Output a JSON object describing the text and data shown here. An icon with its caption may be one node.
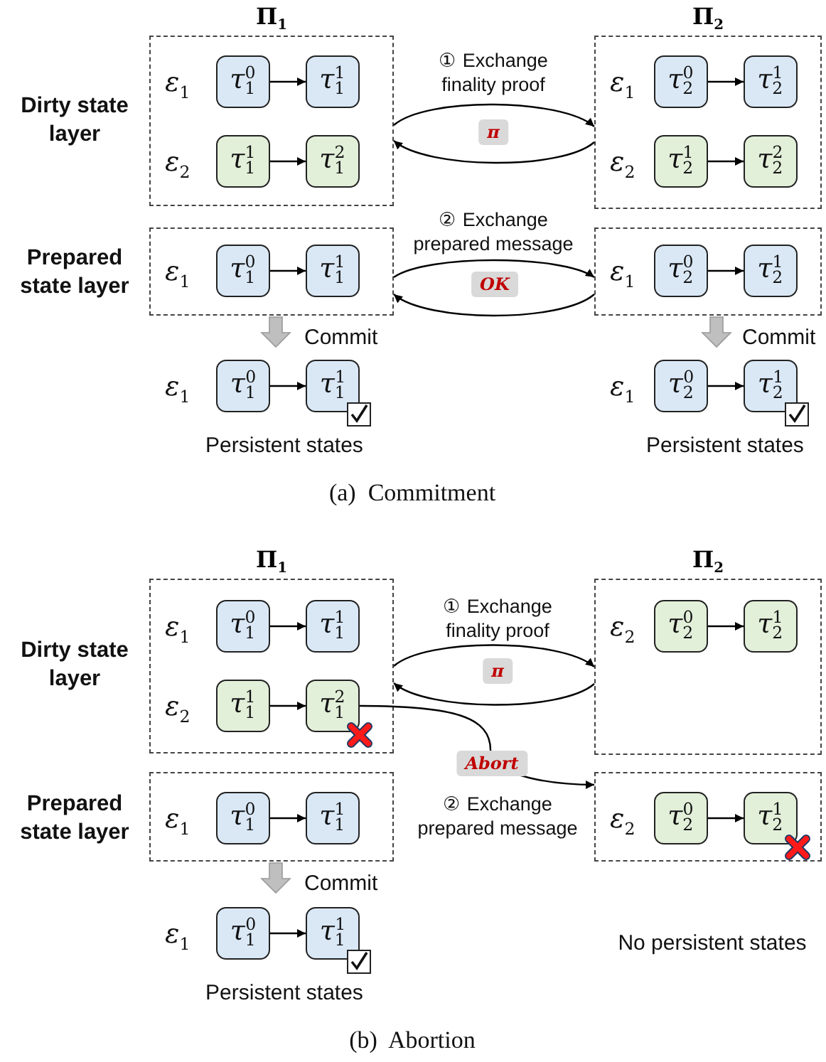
{
  "diagram": {
    "nodes": [
      {
        "text": [
          "Π$_{1}$"
        ]
      },
      {
        "text": [
          "τ$_{1}$$^{0}$"
        ],
        "in": 0
      },
      {
        "text": [
          "τ$_{1}$$^{1}$"
        ],
        "in": 0
      },
      {
        "text": [
          "τ$_{1}$$^{1}$"
        ],
        "in": 0
      },
      {
        "text": [
          "τ$_{1}$$^{2}$"
        ],
        "in": 0
      },
      {
        "text": [
          "Π$_{2}$"
        ]
      },
      {
        "text": [
          "τ$_{2}$$^{0}$"
        ],
        "in": 5
      },
      {
        "text": [
          "τ$_{2}$$^{1}$"
        ],
        "in": 5
      },
      {
        "text": [
          "τ$_{2}$$^{1}$"
        ],
        "in": 5
      },
      {
        "text": [
          "τ$_{2}$$^{2}$"
        ],
        "in": 5
      },
      {
        "text": [],
        "shape": "box"
      },
      {
        "text": [
          "τ$_{1}$$^{0}$"
        ],
        "in": 10
      },
      {
        "text": [
          "τ$_{1}$$^{1}$"
        ],
        "in": 10
      },
      {
        "text": [],
        "shape": "box"
      },
      {
        "text": [
          "τ$_{2}$$^{0}$"
        ],
        "in": 13
      },
      {
        "text": [
          "τ$_{2}$$^{1}$"
        ],
        "in": 13
      },
      {
        "text": [
          "τ$_{1}$$^{0}$"
        ]
      },
      {
        "text": [
          "τ$_{1}$$^{1}$"
        ]
      },
      {
        "text": [
          "τ$_{2}$$^{0}$"
        ]
      },
      {
        "text": [
          "τ$_{2}$$^{1}$"
        ]
      },
      {
        "text": [
          "Π$_{1}$"
        ]
      },
      {
        "text": [
          "τ$_{1}$$^{0}$"
        ],
        "in": 20
      },
      {
        "text": [
          "τ$_{1}$$^{1}$"
        ],
        "in": 20
      },
      {
        "text": [
          "τ$_{1}$$^{1}$"
        ],
        "in": 20
      },
      {
        "text": [
          "τ$_{1}$$^{2}$"
        ],
        "in": 20
      },
      {
        "text": [
          "Π$_{2}$"
        ]
      },
      {
        "text": [
          "τ$_{2}$$^{0}$"
        ],
        "in": 25
      },
      {
        "text": [
          "τ$_{2}$$^{1}$"
        ],
        "in": 25
      },
      {
        "text": [],
        "shape": "box"
      },
      {
        "text": [
          "τ$_{1}$$^{0}$"
        ],
        "in": 28
      },
      {
        "text": [
          "τ$_{1}$$^{1}$"
        ],
        "in": 28
      },
      {
        "text": [],
        "shape": "box"
      },
      {
        "text": [
          "τ$_{2}$$^{0}$"
        ],
        "in": 31
      },
      {
        "text": [
          "τ$_{2}$$^{1}$"
        ],
        "in": 31
      },
      {
        "text": [
          "τ$_{1}$$^{0}$"
        ]
      },
      {
        "text": [
          "τ$_{1}$$^{1}$"
        ]
      }
    ],
    "edges": [
      {
        "from": 1,
        "to": 2,
        "arrow": "to"
      },
      {
        "from": 3,
        "to": 4,
        "arrow": "to"
      },
      {
        "from": 6,
        "to": 7,
        "arrow": "to"
      },
      {
        "from": 8,
        "to": 9,
        "arrow": "to"
      },
      {
        "from": 0,
        "to": 5,
        "arrow": "to",
        "label": "π"
      },
      {
        "from": 5,
        "to": 0,
        "arrow": "to"
      },
      {
        "from": 11,
        "to": 12,
        "arrow": "to"
      },
      {
        "from": 14,
        "to": 15,
        "arrow": "to"
      },
      {
        "from": 10,
        "to": 13,
        "arrow": "to",
        "label": "OK"
      },
      {
        "from": 13,
        "to": 10,
        "arrow": "to"
      },
      {
        "from": 10,
        "to": null,
        "arrow": "to",
        "label": "Commit",
        "style": "thick",
        "color": "#bfbfbf"
      },
      {
        "from": 13,
        "to": null,
        "arrow": "to",
        "label": "Commit",
        "style": "thick",
        "color": "#bfbfbf"
      },
      {
        "from": 16,
        "to": 17,
        "arrow": "to"
      },
      {
        "from": 18,
        "to": 19,
        "arrow": "to"
      },
      {
        "from": 21,
        "to": 22,
        "arrow": "to"
      },
      {
        "from": 23,
        "to": 24,
        "arrow": "to"
      },
      {
        "from": 26,
        "to": 27,
        "arrow": "to"
      },
      {
        "from": 20,
        "to": 25,
        "arrow": "to",
        "label": "π"
      },
      {
        "from": 25,
        "to": 20,
        "arrow": "to"
      },
      {
        "from": 24,
        "to": 31,
        "arrow": "to",
        "label": "Abort"
      },
      {
        "from": 29,
        "to": 30,
        "arrow": "to"
      },
      {
        "from": 32,
        "to": 33,
        "arrow": "to"
      },
      {
        "from": 28,
        "to": null,
        "arrow": "to",
        "label": "Commit",
        "style": "thick",
        "color": "#bfbfbf"
      },
      {
        "from": 34,
        "to": 35,
        "arrow": "to"
      }
    ],
    "labels": [
      "Dirty state layer",
      "ε$_{1}$",
      "ε$_{2}$",
      "ε$_{1}$",
      "ε$_{2}$",
      "① Exchange finality proof",
      "Prepared state layer",
      "ε$_{1}$",
      "ε$_{1}$",
      "② Exchange prepared message",
      "ε$_{1}$",
      "ε$_{1}$",
      "Persistent states",
      "Persistent states",
      "(a)  Commitment",
      "Dirty state layer",
      "ε$_{1}$",
      "ε$_{2}$",
      "ε$_{2}$",
      "① Exchange finality proof",
      "Prepared state layer",
      "ε$_{1}$",
      "② Exchange prepared message",
      "ε$_{2}$",
      "ε$_{1}$",
      "No persistent states",
      "Persistent states",
      "(b)  Abortion"
    ]
  }
}
